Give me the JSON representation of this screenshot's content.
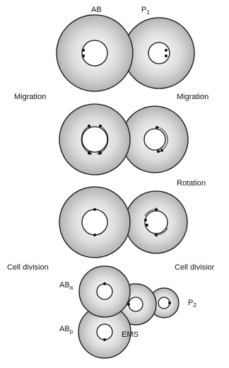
{
  "labels": {
    "ab": "AB",
    "p1_main": "P",
    "p1_sub": "1",
    "migration_left": "Migration",
    "migration_right": "Migration",
    "rotation": "Rotation",
    "cell_division_left": "Cell division",
    "cell_division_right": "Cell divisior",
    "aba_main": "AB",
    "aba_sub": "a",
    "abp_main": "AB",
    "abp_sub": "p",
    "ems": "EMS",
    "p2_main": "P",
    "p2_sub": "2"
  }
}
